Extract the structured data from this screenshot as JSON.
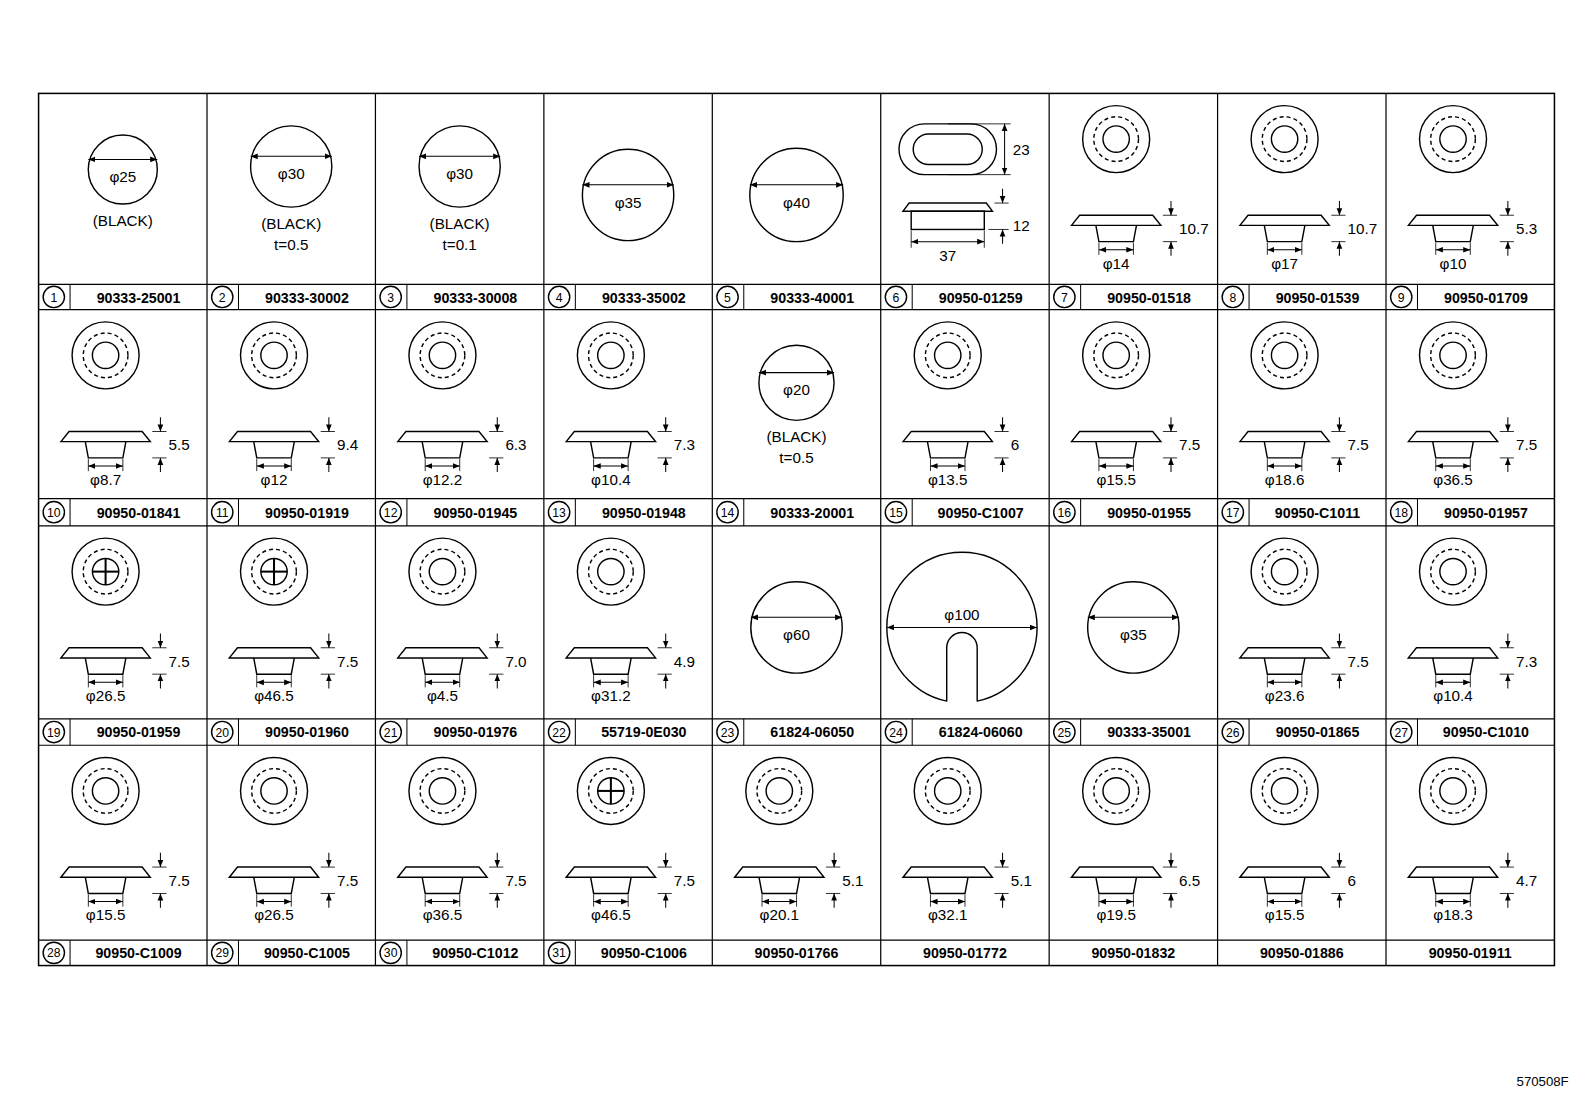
{
  "diagram": {
    "labels": [
      "φ25",
      "(BLACK)",
      "1",
      "90333-25001",
      "φ30",
      "(BLACK)",
      "t=0.5",
      "2",
      "90333-30002",
      "φ30",
      "(BLACK)",
      "t=0.1",
      "3",
      "90333-30008",
      "φ35",
      "4",
      "90333-35002",
      "φ40",
      "5",
      "90333-40001",
      "23",
      "12",
      "37",
      "6",
      "90950-01259",
      "10.7",
      "φ14",
      "7",
      "90950-01518",
      "10.7",
      "φ17",
      "8",
      "90950-01539",
      "5.3",
      "φ10",
      "9",
      "90950-01709",
      "5.5",
      "φ8.7",
      "10",
      "90950-01841",
      "9.4",
      "φ12",
      "11",
      "90950-01919",
      "6.3",
      "φ12.2",
      "12",
      "90950-01945",
      "7.3",
      "φ10.4",
      "13",
      "90950-01948",
      "φ20",
      "(BLACK)",
      "t=0.5",
      "14",
      "90333-20001",
      "6",
      "φ13.5",
      "15",
      "90950-C1007",
      "7.5",
      "φ15.5",
      "16",
      "90950-01955",
      "7.5",
      "φ18.6",
      "17",
      "90950-C1011",
      "7.5",
      "φ36.5",
      "18",
      "90950-01957",
      "7.5",
      "φ26.5",
      "19",
      "90950-01959",
      "7.5",
      "φ46.5",
      "20",
      "90950-01960",
      "7.0",
      "φ4.5",
      "21",
      "90950-01976",
      "4.9",
      "φ31.2",
      "22",
      "55719-0E030",
      "φ60",
      "23",
      "61824-06050",
      "φ100",
      "24",
      "61824-06060",
      "φ35",
      "25",
      "90333-35001",
      "7.5",
      "φ23.6",
      "26",
      "90950-01865",
      "7.3",
      "φ10.4",
      "27",
      "90950-C1010",
      "7.5",
      "φ15.5",
      "28",
      "90950-C1009",
      "7.5",
      "φ26.5",
      "29",
      "90950-C1005",
      "7.5",
      "φ36.5",
      "30",
      "90950-C1012",
      "7.5",
      "φ46.5",
      "31",
      "90950-C1006",
      "5.1",
      "φ20.1",
      "90950-01766",
      "5.1",
      "φ32.1",
      "90950-01772",
      "6.5",
      "φ19.5",
      "90950-01832",
      "6",
      "φ15.5",
      "90950-01886",
      "4.7",
      "φ18.3",
      "90950-01911",
      "570508F"
    ]
  }
}
